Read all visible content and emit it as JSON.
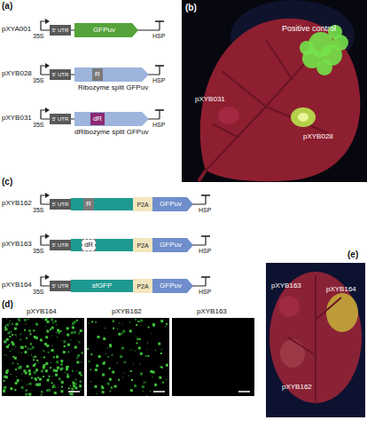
{
  "diagram": {
    "nodes": [
      {
        "text": [
          "5' UTR"
        ]
      },
      {
        "text": [
          "GFPuv"
        ]
      },
      {
        "text": [
          "5' UTR"
        ]
      },
      {
        "text": [
          "R"
        ]
      },
      {
        "text": [
          "5' UTR"
        ]
      },
      {
        "text": [
          "dR"
        ]
      },
      {
        "text": [
          "5' UTR"
        ]
      },
      {
        "text": [
          "R"
        ]
      },
      {
        "text": [
          "P2A"
        ]
      },
      {
        "text": [
          "GFPuv"
        ]
      },
      {
        "text": [
          "5' UTR"
        ]
      },
      {
        "text": [
          "dR"
        ]
      },
      {
        "text": [
          "P2A"
        ]
      },
      {
        "text": [
          "GFPuv"
        ]
      },
      {
        "text": [
          "5' UTR"
        ]
      },
      {
        "text": [
          "sfGFP"
        ]
      },
      {
        "text": [
          "P2A"
        ]
      },
      {
        "text": [
          "GFPuv"
        ]
      }
    ],
    "labels": [
      "(a)",
      "pXYA001",
      "35S",
      "HSP",
      "pXYB028",
      "35S",
      "HSP",
      "Ribozyme split GFPuv",
      "pXYB031",
      "35S",
      "HSP",
      "dRibozyme split GFPuv",
      "(b)",
      "Positive control",
      "pXYB028",
      "pXYB031",
      "(c)",
      "pXYB162",
      "35S",
      "HSP",
      "pXYB163",
      "35S",
      "HSP",
      "pXYB164",
      "35S",
      "HSP",
      "(d)",
      "pXYB164",
      "pXYB162",
      "pXYB163",
      "(e)",
      "pXYB163",
      "pXYB164",
      "pXYB162"
    ]
  }
}
